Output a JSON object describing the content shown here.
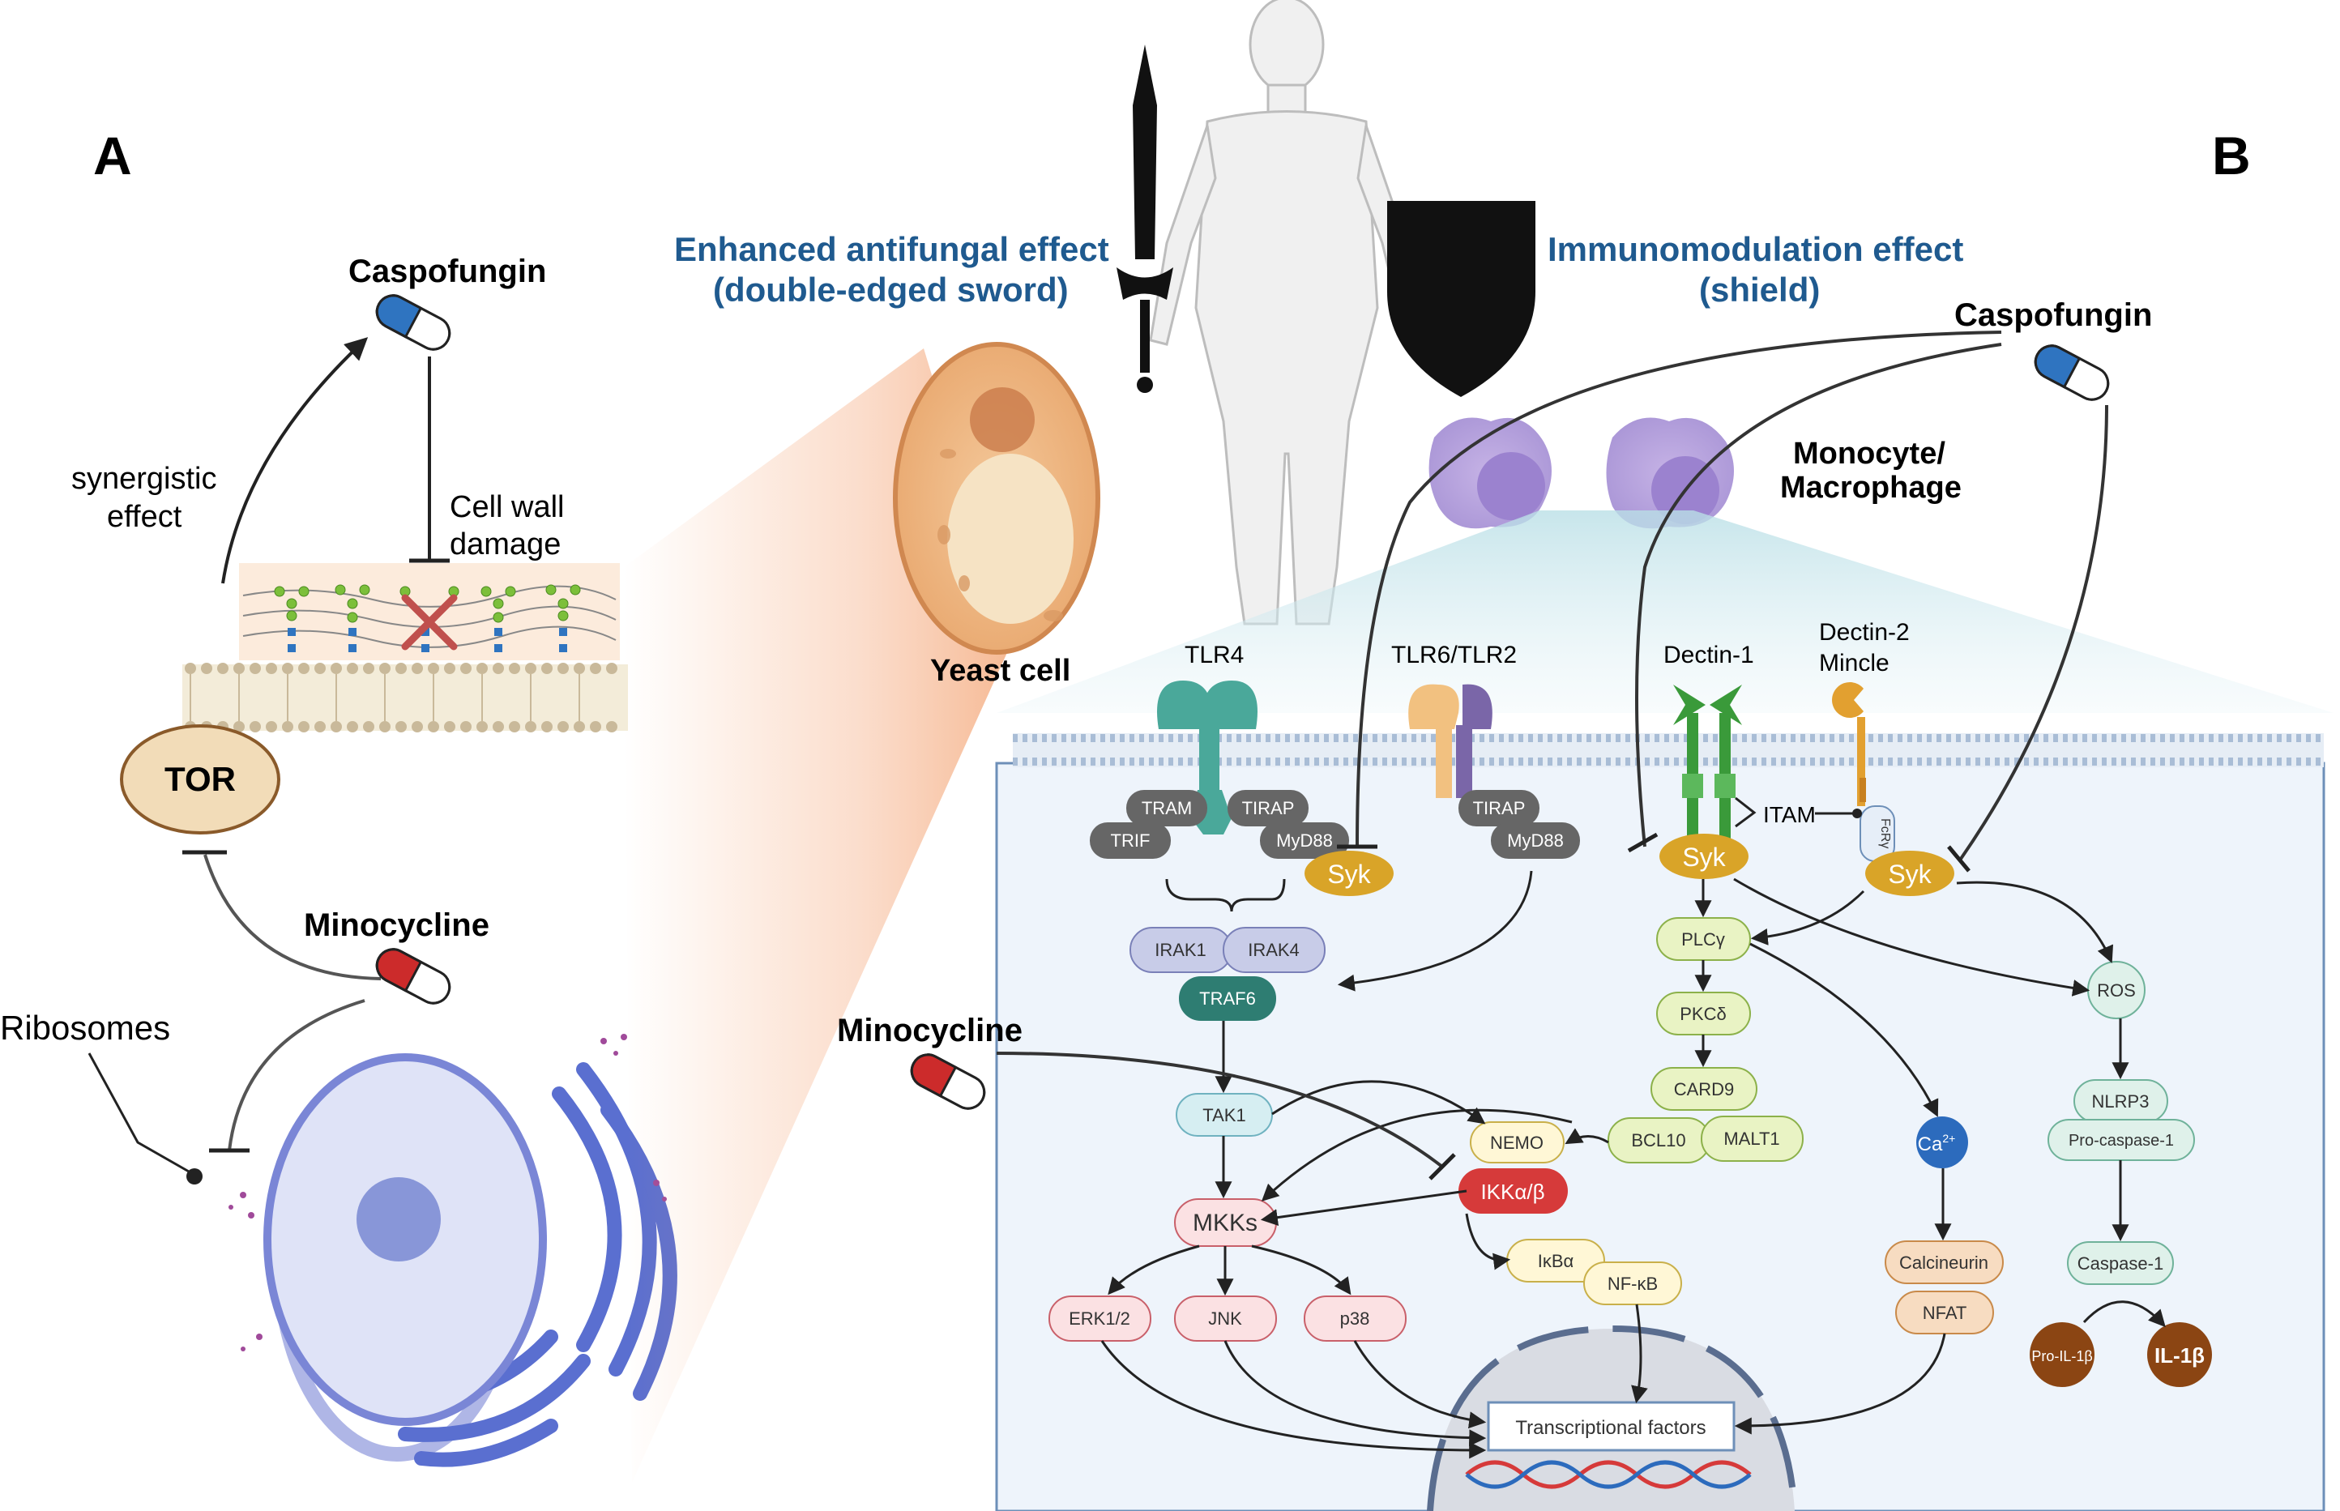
{
  "panel_a": {
    "letter": "A",
    "drug_top": "Caspofungin",
    "label_synergistic_1": "synergistic",
    "label_synergistic_2": "effect",
    "label_cellwall_1": "Cell wall",
    "label_cellwall_2": "damage",
    "tor": "TOR",
    "drug_bottom": "Minocycline",
    "ribosomes": "Ribosomes"
  },
  "center": {
    "title_left_1": "Enhanced antifungal effect",
    "title_left_2": "(double-edged sword)",
    "title_right_1": "Immunomodulation effect",
    "title_right_2": "(shield)",
    "yeast": "Yeast cell",
    "monocyte_1": "Monocyte/",
    "monocyte_2": "Macrophage"
  },
  "panel_b": {
    "letter": "B",
    "drug_top": "Caspofungin",
    "drug_left": "Minocycline",
    "tlr4": "TLR4",
    "tlr6": "TLR6/TLR2",
    "dectin1": "Dectin-1",
    "dectin2_1": "Dectin-2",
    "dectin2_2": "Mincle",
    "tram": "TRAM",
    "tirap1": "TIRAP",
    "trif": "TRIF",
    "myd88_1": "MyD88",
    "syk1": "Syk",
    "tirap2": "TIRAP",
    "myd88_2": "MyD88",
    "itam": "ITAM",
    "fcry": "FcRγ",
    "syk2": "Syk",
    "syk3": "Syk",
    "irak1": "IRAK1",
    "irak4": "IRAK4",
    "traf6": "TRAF6",
    "tak1": "TAK1",
    "nemo": "NEMO",
    "ikk": "IKKα/β",
    "mkks": "MKKs",
    "erk": "ERK1/2",
    "jnk": "JNK",
    "p38": "p38",
    "ikba": "IκBα",
    "nfkb": "NF-κB",
    "plcy": "PLCγ",
    "pkcd": "PKCδ",
    "card9": "CARD9",
    "bcl10": "BCL10",
    "malt1": "MALT1",
    "ca": "Ca",
    "ca_sup": "2+",
    "calcineurin": "Calcineurin",
    "nfat": "NFAT",
    "ros": "ROS",
    "nlrp3": "NLRP3",
    "procasp": "Pro-caspase-1",
    "casp1": "Caspase-1",
    "proil": "Pro-IL-1β",
    "il1b": "IL-1β",
    "tf": "Transcriptional factors"
  },
  "colors": {
    "blue_title": "#1f5a8f",
    "cell_bg": "#eef4fb",
    "tlr4": "#4aa89a",
    "syk": "#d9a428",
    "grey_adaptor": "#6c6c6c",
    "irak": "#c8cce8",
    "traf6": "#2e7d72",
    "tak1": "#d6eef2",
    "ikk": "#d63a3a",
    "mapk": "#fbe1e3",
    "green_box": "#e9f3c4",
    "orange_box": "#f7dcc1",
    "mint_box": "#dff1ea",
    "il_brown": "#8b4513",
    "ca_blue": "#2c6bbd"
  }
}
